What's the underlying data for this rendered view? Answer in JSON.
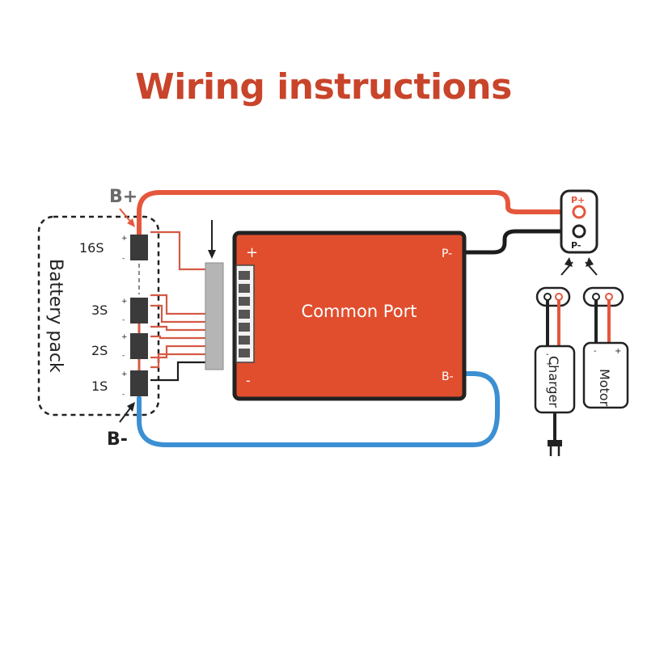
{
  "title": "Wiring instructions",
  "battery": {
    "pack_label": "Battery pack",
    "b_plus": "B+",
    "b_minus": "B-",
    "cells": [
      "16S",
      "3S",
      "2S",
      "1S"
    ],
    "plus_sign": "+",
    "minus_sign": "-"
  },
  "board": {
    "label": "Common Port",
    "plus": "+",
    "minus": "-",
    "p_minus": "P-",
    "b_minus": "B-"
  },
  "port": {
    "p_plus": "P+",
    "p_minus": "P-"
  },
  "charger": {
    "label": "Charger",
    "plus": "+",
    "minus": "-"
  },
  "motor": {
    "label": "Motor",
    "plus": "+",
    "minus": "-"
  },
  "colors": {
    "title": "#c8442a",
    "board": "#e04e2e",
    "red_wire": "#e5573c",
    "blue_wire": "#3b8fd3",
    "black_wire": "#1c1c1c",
    "cell": "#3a3a3a"
  }
}
